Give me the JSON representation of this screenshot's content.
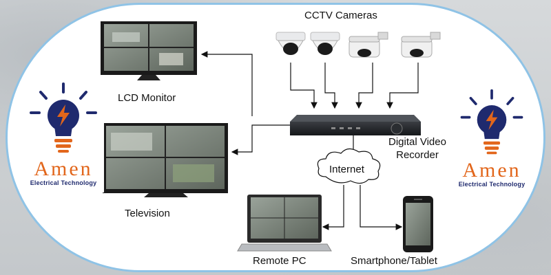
{
  "diagram": {
    "title": "CCTV Cameras",
    "nodes": {
      "lcd_monitor": "LCD Monitor",
      "television": "Television",
      "dvr": "Digital Video\nRecorder",
      "internet": "Internet",
      "remote_pc": "Remote PC",
      "smartphone": "Smartphone/Tablet"
    }
  },
  "logo_left": {
    "brand": "Amen",
    "tagline": "Electrical Technology"
  },
  "logo_right": {
    "brand": "Amen",
    "tagline": "Electrical Technology"
  },
  "colors": {
    "frame": "#8fc3e6",
    "brand_orange": "#e2661b",
    "brand_navy": "#1f2a6e"
  }
}
